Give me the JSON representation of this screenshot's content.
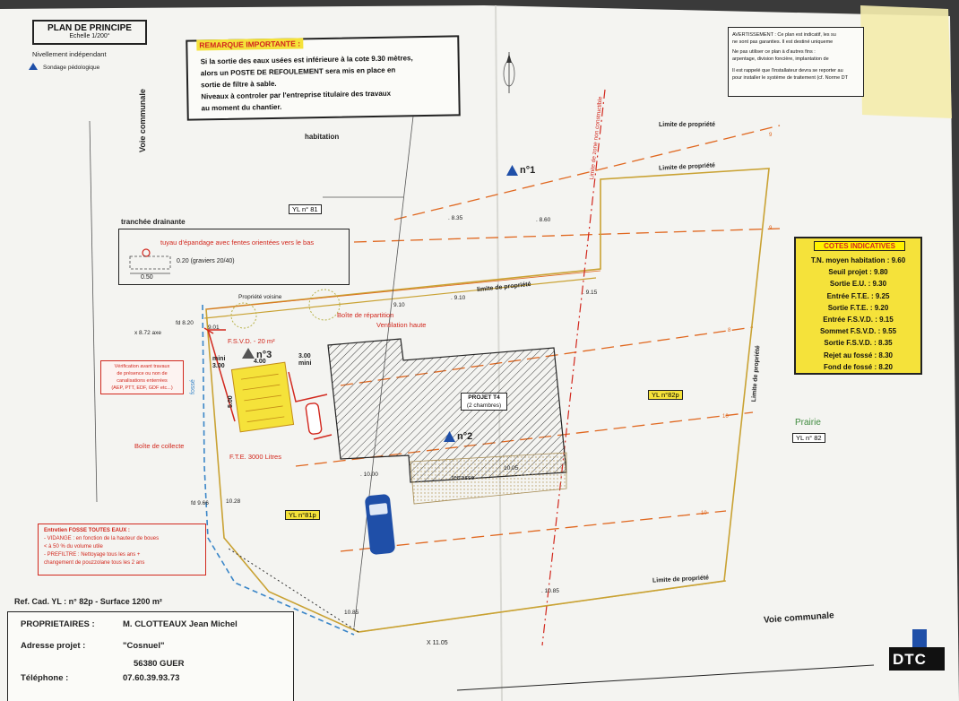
{
  "title_block": {
    "title": "PLAN DE PRINCIPE",
    "scale": "Echelle 1/200°",
    "leveling": "Nivellement indépendant",
    "sondage_legend": "Sondage pédologique"
  },
  "remark": {
    "heading": "REMARQUE IMPORTANTE :",
    "lines": [
      "Si la sortie des eaux usées est inférieure à la cote 9.30 mètres,",
      "alors un POSTE DE REFOULEMENT sera mis en place en",
      "sortie de filtre à sable.",
      "Niveaux à controler par l'entreprise titulaire des travaux",
      "au moment du chantier."
    ]
  },
  "warning": {
    "lines": [
      "AVERTISSEMENT : Ce plan est indicatif, les su",
      "ne sont pas garanties. Il est destiné uniqueme",
      "Ne pas utiliser ce plan à d'autres fins :",
      "arpentage, division foncière, implantation de",
      "Il est rappelé que l'installateur devra se reporter au",
      "pour installer le système de traitement (cf. Norme DT"
    ]
  },
  "cotes": {
    "title": "COTES INDICATIVES",
    "items": [
      {
        "label": "T.N. moyen habitation",
        "value": "9.60"
      },
      {
        "label": "Seuil projet",
        "value": "9.80"
      },
      {
        "label": "Sortie E.U.",
        "value": "9.30"
      },
      {
        "label": "Entrée F.T.E.",
        "value": "9.25"
      },
      {
        "label": "Sortie F.T.E.",
        "value": "9.20"
      },
      {
        "label": "Entrée F.S.V.D.",
        "value": "9.15"
      },
      {
        "label": "Sommet F.S.V.D.",
        "value": "9.55"
      },
      {
        "label": "Sortie F.S.V.D.",
        "value": "8.35"
      },
      {
        "label": "Rejet au fossé",
        "value": "8.30"
      },
      {
        "label": "Fond de fossé",
        "value": "8.20"
      }
    ]
  },
  "trench": {
    "title": "tranchée drainante",
    "pipe": "tuyau d'épandage avec fentes orientées vers le bas",
    "gravel": "0.20 (graviers 20/40)",
    "width": "0.50"
  },
  "verification": {
    "lines": [
      "Vérification avant travaux",
      "de présence ou non de",
      "canalisations enterrées",
      "(AEP, PTT, EDF, GDF etc...)"
    ]
  },
  "entretien": {
    "heading": "Entretien FOSSE TOUTES EAUX :",
    "lines": [
      "- VIDANGE : en fonction de la hauteur de boues",
      "< à 50 % du volume utile",
      "- PREFILTRE : Nettoyage tous les ans +",
      "changement de pouzzolane tous les 2 ans"
    ]
  },
  "plan_labels": {
    "voie_communale_left": "Voie communale",
    "voie_communale_bottom": "Voie communale",
    "habitation": "habitation",
    "limite_propriete": "Limite de propriété",
    "limite_propriete_lower": "limite de propriété",
    "limite_zone": "Limite de zone non constructible",
    "yl81": "YL n° 81",
    "yl82p": "YL n°82p",
    "yl81p": "YL n°81p",
    "yl82": "YL n° 82",
    "prairie": "Prairie",
    "n1": "n°1",
    "n2": "n°2",
    "n3": "n°3",
    "projet": "PROJET T4",
    "projet_sub": "(2 chambres)",
    "terrasse": "terrasse",
    "boite_repartition": "Boîte de répartition",
    "ventilation": "Ventilation haute",
    "fsvd": "F.S.V.D. - 20 m²",
    "boite_collecte": "Boîte de collecte",
    "fte": "F.T.E. 3000 Litres",
    "propriete_voisine": "Propriété voisine",
    "fosse": "fossé",
    "mini_left": "mini",
    "dim_300_left": "3.00",
    "dim_400": "4.00",
    "dim_300_right": "3.00",
    "mini_right": "mini",
    "dim_500": "5.00",
    "contour_9": "9",
    "contour_8": "8",
    "contour_10": "10",
    "elev_835": ". 8.35",
    "elev_860": ". 8.60",
    "elev_910a": "9.10",
    "elev_910b": ". 9.10",
    "elev_915": ". 9.15",
    "elev_820": "fd 8.20",
    "elev_901": "9.01",
    "elev_872": "x 8.72 axe",
    "elev_1000": ". 10.00",
    "elev_1005": "10.05",
    "elev_966": "fd 9.66",
    "elev_1028": "10.28",
    "elev_1085a": ". 10.85",
    "elev_1085b": "10.85",
    "elev_1105": "X 11.05"
  },
  "parcel": {
    "ref": "Ref. Cad. YL : n° 82p  - Surface 1200 m²"
  },
  "owner": {
    "owner_label": "PROPRIETAIRES :",
    "owner_value": "M. CLOTTEAUX Jean Michel",
    "address_label": "Adresse projet :",
    "address_value": "\"Cosnuel\"",
    "city": "56380 GUER",
    "phone_label": "Téléphone :",
    "phone_value": "07.60.39.93.73"
  },
  "logo": {
    "text": "DTC"
  },
  "colors": {
    "paper": "#f7f7f4",
    "red": "#d2281e",
    "orange": "#e0671f",
    "yellow": "#f5e23a",
    "blue": "#1f4fa8",
    "property_line": "#c9a233"
  }
}
